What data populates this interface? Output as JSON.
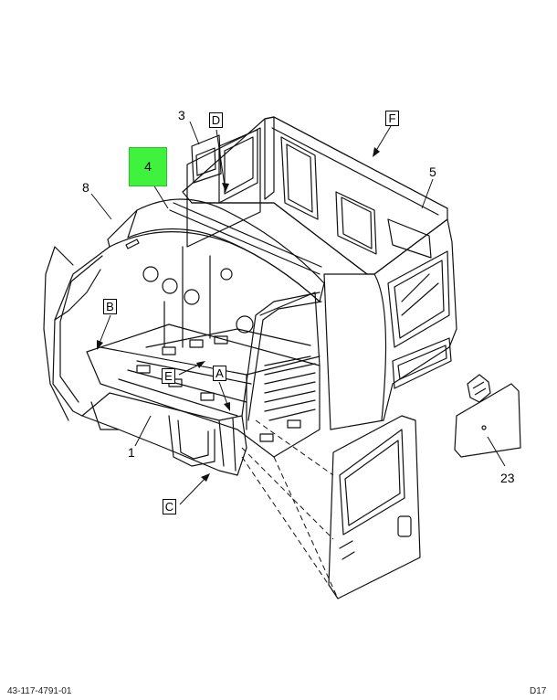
{
  "callouts": {
    "n1": "1",
    "n3": "3",
    "n4": "4",
    "n5": "5",
    "n8": "8",
    "n23": "23"
  },
  "views": {
    "A": "A",
    "B": "B",
    "C": "C",
    "D": "D",
    "E": "E",
    "F": "F"
  },
  "colors": {
    "highlight": "#3ef23e",
    "line": "#111111"
  },
  "footer": {
    "left": "43-117-4791-01",
    "right": "D17"
  }
}
